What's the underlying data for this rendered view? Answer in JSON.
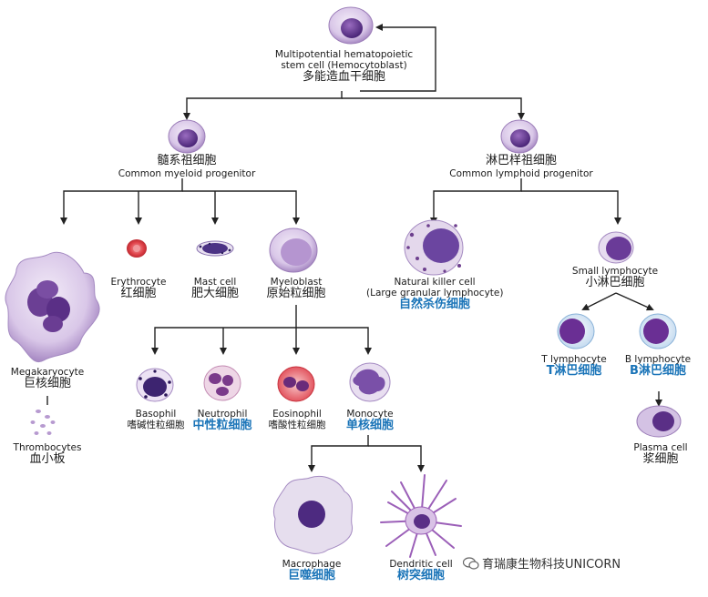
{
  "nodes": {
    "stem_cell": {
      "en1": "Multipotential hematopoietic",
      "en2": "stem cell (Hemocytoblast)",
      "zh": "多能造血干细胞"
    },
    "myeloid": {
      "zh": "髓系祖细胞",
      "en": "Common myeloid progenitor"
    },
    "lymphoid": {
      "zh": "淋巴样祖细胞",
      "en": "Common lymphoid progenitor"
    },
    "megakaryocyte": {
      "en": "Megakaryocyte",
      "zh": "巨核细胞"
    },
    "thrombocytes": {
      "en": "Thrombocytes",
      "zh": "血小板"
    },
    "erythrocyte": {
      "en": "Erythrocyte",
      "zh": "红细胞"
    },
    "mast_cell": {
      "en": "Mast cell",
      "zh": "肥大细胞"
    },
    "myeloblast": {
      "en": "Myeloblast",
      "zh": "原始粒细胞"
    },
    "basophil": {
      "en": "Basophil",
      "zh": "嗜碱性粒细胞"
    },
    "neutrophil": {
      "en": "Neutrophil",
      "zh": "中性粒细胞"
    },
    "eosinophil": {
      "en": "Eosinophil",
      "zh": "嗜酸性粒细胞"
    },
    "monocyte": {
      "en": "Monocyte",
      "zh": "单核细胞"
    },
    "macrophage": {
      "en": "Macrophage",
      "zh": "巨噬细胞"
    },
    "dendritic": {
      "en": "Dendritic cell",
      "zh": "树突细胞"
    },
    "nk_cell": {
      "en1": "Natural killer cell",
      "en2": "(Large granular lymphocyte)",
      "zh": "自然杀伤细胞"
    },
    "small_lymphocyte": {
      "en": "Small lymphocyte",
      "zh": "小淋巴细胞"
    },
    "t_lymphocyte": {
      "en": "T lymphocyte",
      "zh": "T淋巴细胞"
    },
    "b_lymphocyte": {
      "en": "B lymphocyte",
      "zh": "B淋巴细胞"
    },
    "plasma_cell": {
      "en": "Plasma cell",
      "zh": "浆细胞"
    }
  },
  "watermark": {
    "text": "育瑞康生物科技UNICORN"
  },
  "colors": {
    "arrow": "#222222",
    "highlight": "#1a74b8",
    "cell_purple": "#8e6bb0",
    "nucleus": "#5a2f86",
    "erythrocyte": "#d9343c"
  }
}
